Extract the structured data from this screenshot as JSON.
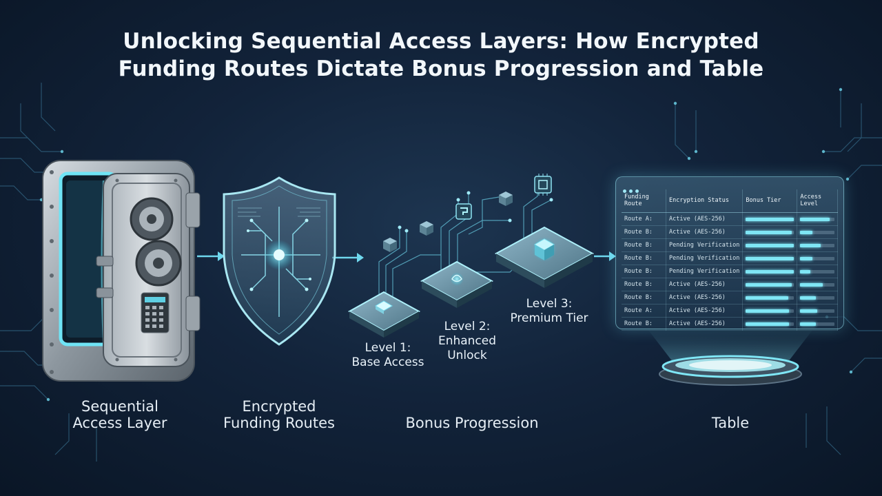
{
  "title": {
    "line1": "Unlocking Sequential Access Layers: How Encrypted",
    "line2": "Funding Routes Dictate Bonus Progression and Table"
  },
  "captions": {
    "vault": {
      "line1": "Sequential",
      "line2": "Access Layer"
    },
    "shield": {
      "line1": "Encrypted",
      "line2": "Funding Routes"
    },
    "progression": {
      "line1": "Bonus Progression"
    },
    "table": {
      "line1": "Table"
    }
  },
  "levels": [
    {
      "line1": "Level 1:",
      "line2": "Base Access"
    },
    {
      "line1": "Level 2:",
      "line2": "Enhanced",
      "line3": "Unlock"
    },
    {
      "line1": "Level 3:",
      "line2": "Premium Tier"
    }
  ],
  "icons": {
    "vault": "vault-icon",
    "shield": "shield-icon",
    "level_platforms": "platform-icon",
    "table_base": "hologram-projector-icon"
  },
  "colors": {
    "accent": "#7fe6f5",
    "background": "#12233a",
    "text": "#e8f1f8"
  },
  "table": {
    "headers": [
      "Funding Route",
      "Encryption Status",
      "Bonus Tier",
      "Access Level"
    ],
    "rows": [
      {
        "route": "Route A:",
        "status": "Active (AES-256)",
        "bonus": 1.0,
        "access": 0.85
      },
      {
        "route": "Route B:",
        "status": "Active (AES-256)",
        "bonus": 0.95,
        "access": 0.35
      },
      {
        "route": "Route B:",
        "status": "Pending Verification",
        "bonus": 1.0,
        "access": 0.6
      },
      {
        "route": "Route B:",
        "status": "Pending Verification",
        "bonus": 1.0,
        "access": 0.35
      },
      {
        "route": "Route B:",
        "status": "Pending Verification",
        "bonus": 1.0,
        "access": 0.3
      },
      {
        "route": "Route B:",
        "status": "Active (AES-256)",
        "bonus": 0.95,
        "access": 0.65
      },
      {
        "route": "Route B:",
        "status": "Active (AES-256)",
        "bonus": 0.88,
        "access": 0.45
      },
      {
        "route": "Route A:",
        "status": "Active (AES-256)",
        "bonus": 0.9,
        "access": 0.5
      },
      {
        "route": "Route B:",
        "status": "Active (AES-256)",
        "bonus": 0.9,
        "access": 0.45
      }
    ]
  }
}
